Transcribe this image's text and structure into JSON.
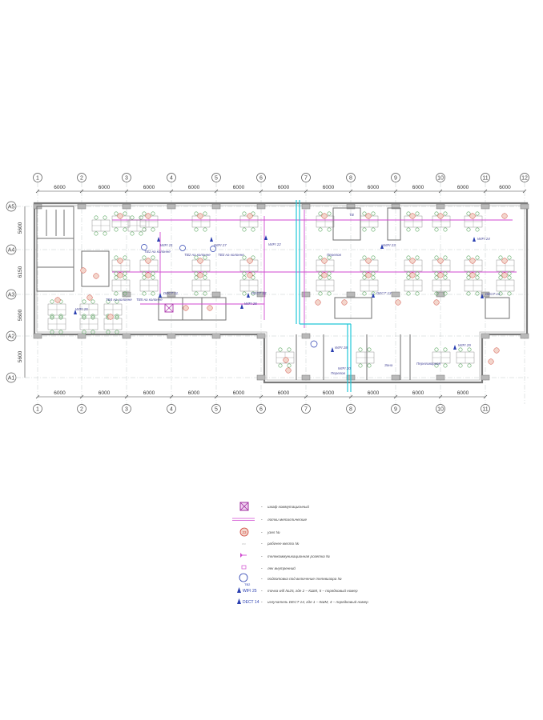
{
  "axes": {
    "top": [
      "1",
      "2",
      "3",
      "4",
      "5",
      "6",
      "7",
      "8",
      "9",
      "10",
      "11",
      "12"
    ],
    "bottom": [
      "1",
      "2",
      "3",
      "4",
      "5",
      "6",
      "7",
      "8",
      "9",
      "10",
      "11"
    ],
    "rows": [
      "A5",
      "A4",
      "A3",
      "A2",
      "A1"
    ]
  },
  "dimensions": {
    "top": [
      "6000",
      "6000",
      "6000",
      "6000",
      "6000",
      "6000",
      "6000",
      "6000",
      "6000",
      "6000",
      "6000"
    ],
    "bottom": [
      "6000",
      "6000",
      "6000",
      "6000",
      "6000",
      "6000",
      "6000",
      "6000",
      "6000",
      "6000"
    ],
    "left": [
      "5600",
      "6150",
      "5600",
      "5600"
    ]
  },
  "plan_notes": {
    "wifi_21": "WIFI 21",
    "wifi_22": "WIFI 22",
    "wifi_25": "WIFI 25",
    "wifi_26": "WIFI 26",
    "wifi_27": "WIFI 27",
    "wifi_23": "WIFI 23",
    "wifi_24": "WIFI 24",
    "wifi_28": "WIFI 28",
    "wifi_29": "WIFI 29",
    "wifi_20": "WIFI 20",
    "dect_11": "DECT 11",
    "dect_12": "DECT 12",
    "dect_13": "DECT 13",
    "dect_14": "DECT 14",
    "tv_column_1": "ТВ1 на колонне",
    "tv_column_2": "ТВ2 на колонне",
    "tv_column_3": "ТВ3 на колонне",
    "tv_column_4": "ТВ4 на колонне",
    "tv_column_5": "ТВ5 на колонне",
    "room_peregovornaya_1": "Перегов",
    "room_peregovornaya_2": "Перегов",
    "room_peregovornaya_3": "Переговорная",
    "room_zona": "Зона",
    "label_tv": "ТВ"
  },
  "legend": [
    {
      "key": "patch-cabinet",
      "dash": "-",
      "text": "шкаф коммутационный"
    },
    {
      "key": "cable-tray",
      "dash": "-",
      "text": "лотки металлические"
    },
    {
      "key": "node",
      "dash": "-",
      "text": "узел №"
    },
    {
      "key": "workplace",
      "dash": "-",
      "text": "рабочее место №"
    },
    {
      "key": "telecom-outlet",
      "dash": "-",
      "text": "телекоммуникационная розетка №"
    },
    {
      "key": "internal-box",
      "dash": "-",
      "text": "лек внутренний"
    },
    {
      "key": "tv-prep",
      "dash": "-",
      "text": "подготовка под включение телевизора №"
    },
    {
      "key": "wifi-point",
      "dash": "-",
      "text": "точка wifi №25, где 2 – КШМ, 5 – порядковый номер",
      "symbol_label": "WIFI 25"
    },
    {
      "key": "dect-point",
      "dash": "-",
      "text": "излучатель DECT 14, где 1 – КШМ, 4 – порядковый номер",
      "symbol_label": "DECT 14"
    }
  ],
  "legend_labels": {
    "node_num": "23",
    "tv_label": "ТВ2"
  },
  "colors": {
    "wall": "#8a8a8a",
    "wall_fill": "#b5b5b5",
    "grid_line": "#9aa",
    "tray": "#d04ad0",
    "cyan_route": "#22c8d8",
    "node": "#d0443a",
    "furniture": "#5aa860",
    "wifi": "#2a3fb0"
  }
}
